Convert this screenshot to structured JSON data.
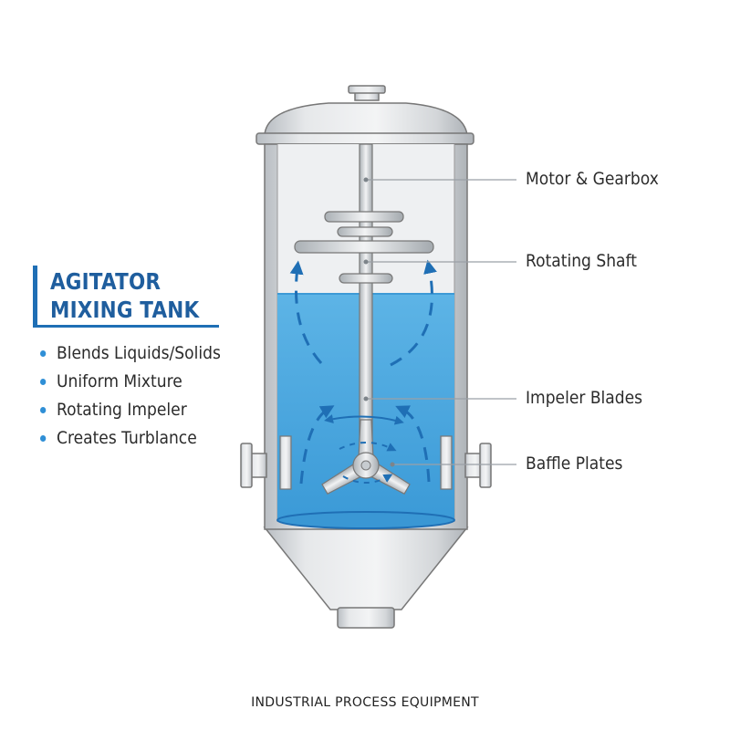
{
  "title": {
    "line1": "AGITATOR",
    "line2": "MIXING TANK"
  },
  "features": [
    "Blends Liquids/Solids",
    "Uniform Mixture",
    "Rotating Impeler",
    "Creates Turblance"
  ],
  "callouts": [
    "Motor & Gearbox",
    "Rotating Shaft",
    "Impeler Blades",
    "Baffle Plates"
  ],
  "footer": "INDUSTRIAL PROCESS EQUIPMENT",
  "colors": {
    "accent": "#1f6fb5",
    "liquid": "#4aa6dd",
    "flow_arrows": "#1f6fb5",
    "steel": "#c9cdd1"
  }
}
